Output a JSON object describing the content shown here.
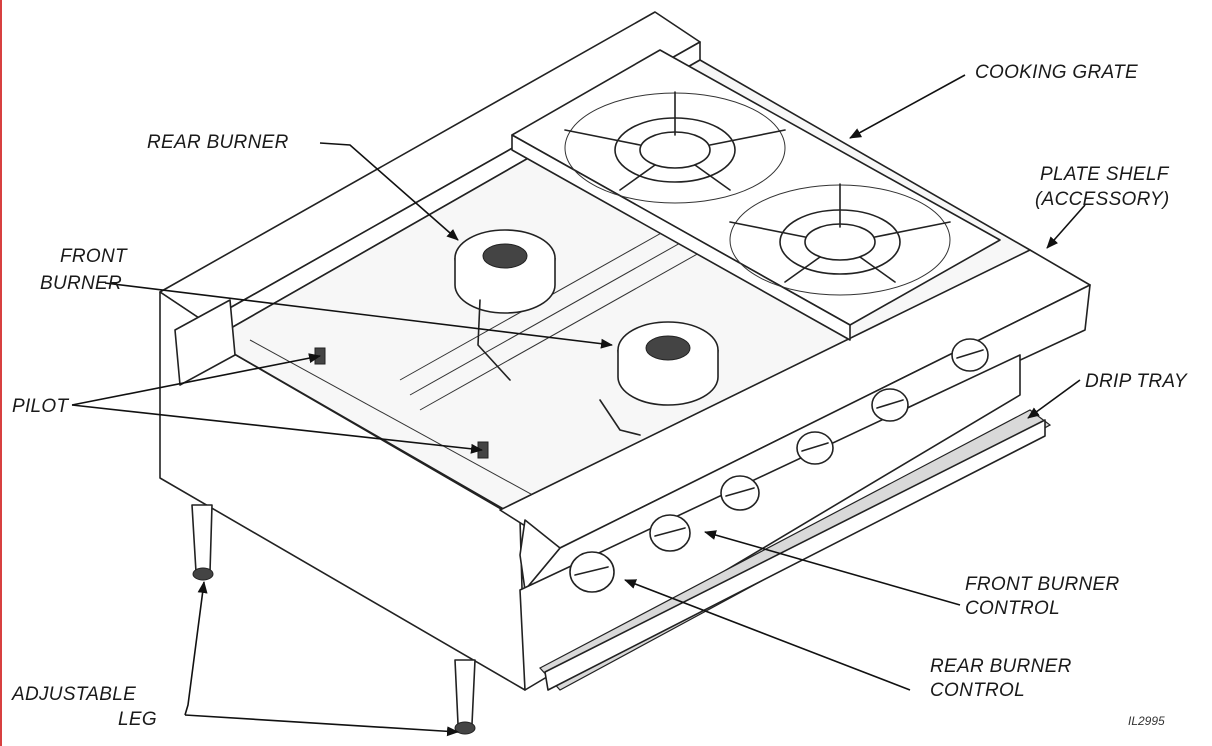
{
  "figure": {
    "code": "IL2995",
    "labels": {
      "cooking_grate": "COOKING GRATE",
      "rear_burner": "REAR BURNER",
      "plate_shelf_1": "PLATE SHELF",
      "plate_shelf_2": "(ACCESSORY)",
      "front_burner_1": "FRONT",
      "front_burner_2": "BURNER",
      "pilot": "PILOT",
      "drip_tray": "DRIP TRAY",
      "front_burner_control_1": "FRONT BURNER",
      "front_burner_control_2": "CONTROL",
      "rear_burner_control_1": "REAR BURNER",
      "rear_burner_control_2": "CONTROL",
      "adjustable_leg_1": "ADJUSTABLE",
      "adjustable_leg_2": "LEG"
    }
  }
}
